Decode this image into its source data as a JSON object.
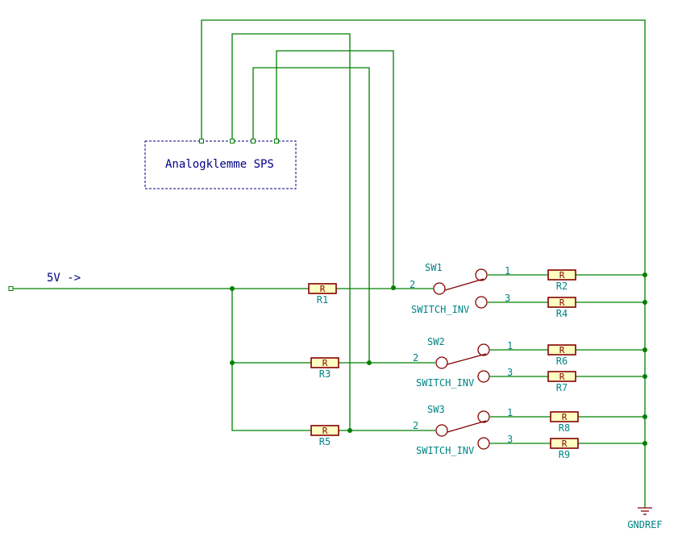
{
  "plc_box": {
    "label": "Analogklemme SPS"
  },
  "input": {
    "label": "5V ->"
  },
  "resistors": [
    {
      "ref": "R1",
      "value": "R"
    },
    {
      "ref": "R2",
      "value": "R"
    },
    {
      "ref": "R3",
      "value": "R"
    },
    {
      "ref": "R4",
      "value": "R"
    },
    {
      "ref": "R5",
      "value": "R"
    },
    {
      "ref": "R6",
      "value": "R"
    },
    {
      "ref": "R7",
      "value": "R"
    },
    {
      "ref": "R8",
      "value": "R"
    },
    {
      "ref": "R9",
      "value": "R"
    }
  ],
  "switches": [
    {
      "ref": "SW1",
      "value": "SWITCH_INV",
      "pin_common": "2",
      "pin_a": "1",
      "pin_b": "3"
    },
    {
      "ref": "SW2",
      "value": "SWITCH_INV",
      "pin_common": "2",
      "pin_a": "1",
      "pin_b": "3"
    },
    {
      "ref": "SW3",
      "value": "SWITCH_INV",
      "pin_common": "2",
      "pin_a": "1",
      "pin_b": "3"
    }
  ],
  "ground": {
    "label": "GNDREF"
  },
  "colors": {
    "wire": "#008000",
    "component": "#840000",
    "component_fill": "#ffffc2",
    "field_text": "#008484",
    "box_text": "#000084"
  }
}
